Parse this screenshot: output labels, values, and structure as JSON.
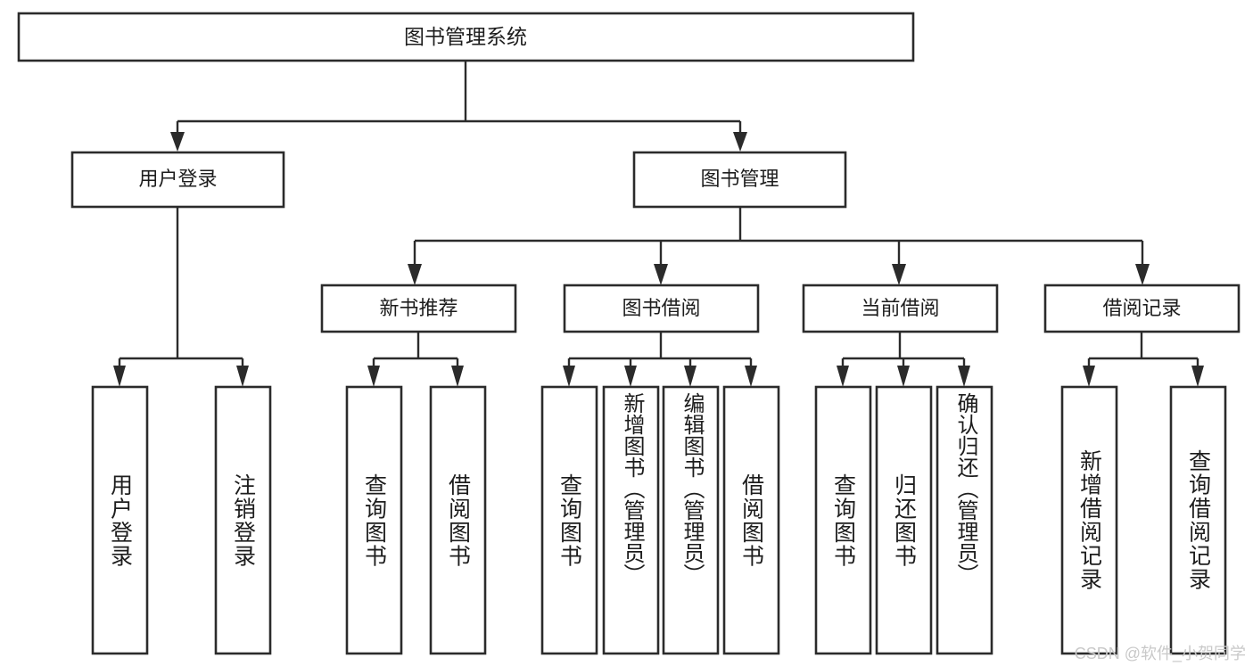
{
  "diagram": {
    "title": "图书管理系统",
    "type": "tree-hierarchy-chart",
    "watermark": "CSDN @软件_小贺同学",
    "colors": {
      "box_stroke": "#2b2b2b",
      "box_fill": "#ffffff",
      "line": "#2b2b2b",
      "text": "#1d1d1d",
      "watermark": "#c9c9c9",
      "background": "#ffffff"
    },
    "levels": {
      "root": {
        "label": "图书管理系统"
      },
      "level2": [
        {
          "label": "用户登录"
        },
        {
          "label": "图书管理"
        }
      ],
      "level3": [
        {
          "label": "新书推荐"
        },
        {
          "label": "图书借阅"
        },
        {
          "label": "当前借阅"
        },
        {
          "label": "借阅记录"
        }
      ],
      "leaves": {
        "user_login": [
          {
            "label": "用户登录"
          },
          {
            "label": "注销登录"
          }
        ],
        "new_book_recommend": [
          {
            "label": "查询图书"
          },
          {
            "label": "借阅图书"
          }
        ],
        "book_borrow": [
          {
            "label": "查询图书"
          },
          {
            "label": "新增图书（管理员）"
          },
          {
            "label": "编辑图书（管理员）"
          },
          {
            "label": "借阅图书"
          }
        ],
        "current_borrow": [
          {
            "label": "查询图书"
          },
          {
            "label": "归还图书"
          },
          {
            "label": "确认归还（管理员）"
          }
        ],
        "borrow_record": [
          {
            "label": "新增借阅记录"
          },
          {
            "label": "查询借阅记录"
          }
        ]
      }
    }
  }
}
